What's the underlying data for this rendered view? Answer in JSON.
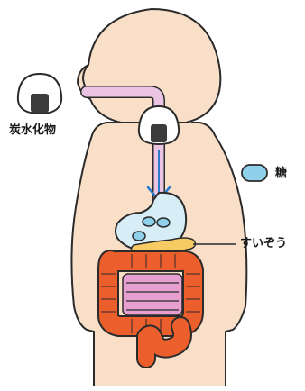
{
  "labels": {
    "carbohydrate": "炭水化物",
    "sugar": "糖",
    "pancreas": "すいぞう"
  },
  "icons": {
    "carbohydrate_icon": "rice-ball-icon",
    "sugar_icon": "sugar-capsule-icon",
    "flow_arrow": "arrow-down-icon"
  },
  "colors": {
    "skin": "#fadfc8",
    "outline": "#2b2b2b",
    "esophagus": "#ebc4e3",
    "stomach": "#d8eef6",
    "stomach_dots": "#8fd0ea",
    "pancreas": "#f7cb64",
    "large_intestine": "#ec5f2c",
    "small_intestine": "#e79fd2",
    "arrow": "#2a7bd0",
    "rice_white": "#ffffff",
    "nori": "#3c3c3c"
  }
}
